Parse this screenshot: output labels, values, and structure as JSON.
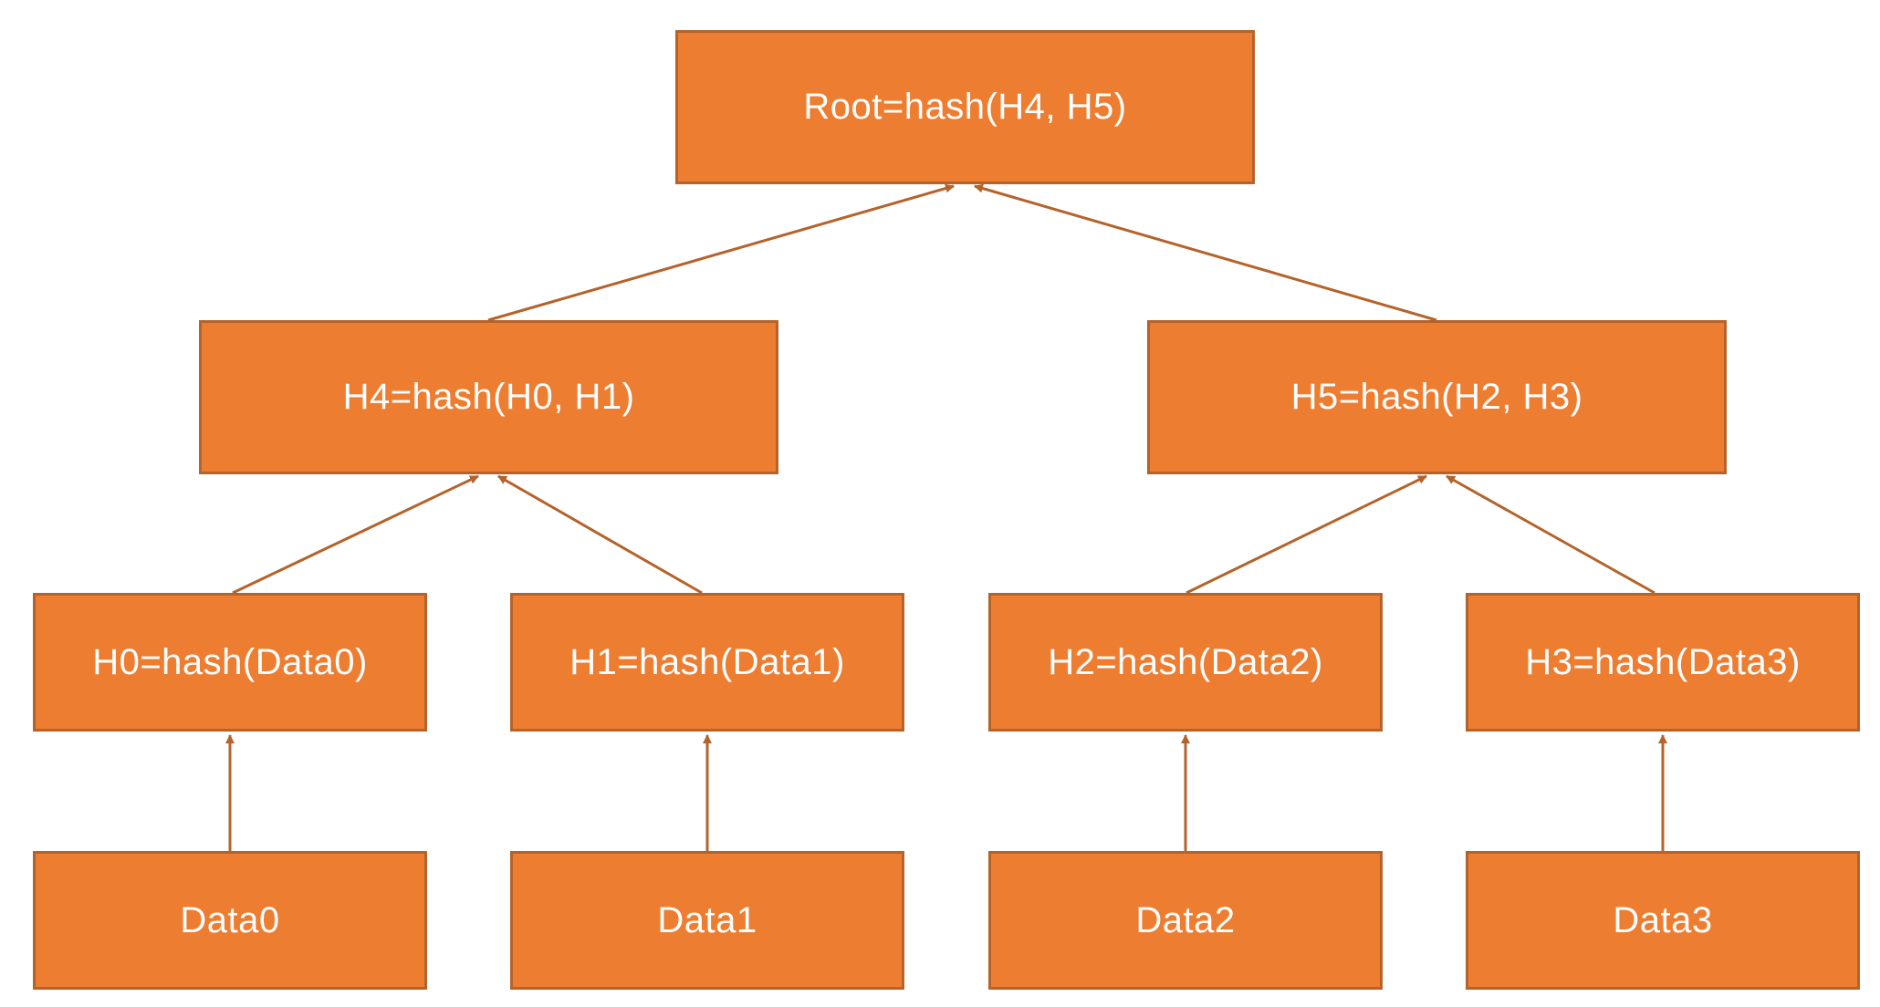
{
  "colors": {
    "node_fill": "#ED7D31",
    "node_border": "#B4632B",
    "edge": "#B4632B",
    "text": "#FFFFFF"
  },
  "nodes": {
    "root": "Root=hash(H4, H5)",
    "h4": "H4=hash(H0, H1)",
    "h5": "H5=hash(H2, H3)",
    "h0": "H0=hash(Data0)",
    "h1": "H1=hash(Data1)",
    "h2": "H2=hash(Data2)",
    "h3": "H3=hash(Data3)",
    "data0": "Data0",
    "data1": "Data1",
    "data2": "Data2",
    "data3": "Data3"
  },
  "edges": [
    {
      "from": "h4",
      "to": "root"
    },
    {
      "from": "h5",
      "to": "root"
    },
    {
      "from": "h0",
      "to": "h4"
    },
    {
      "from": "h1",
      "to": "h4"
    },
    {
      "from": "h2",
      "to": "h5"
    },
    {
      "from": "h3",
      "to": "h5"
    },
    {
      "from": "data0",
      "to": "h0"
    },
    {
      "from": "data1",
      "to": "h1"
    },
    {
      "from": "data2",
      "to": "h2"
    },
    {
      "from": "data3",
      "to": "h3"
    }
  ]
}
